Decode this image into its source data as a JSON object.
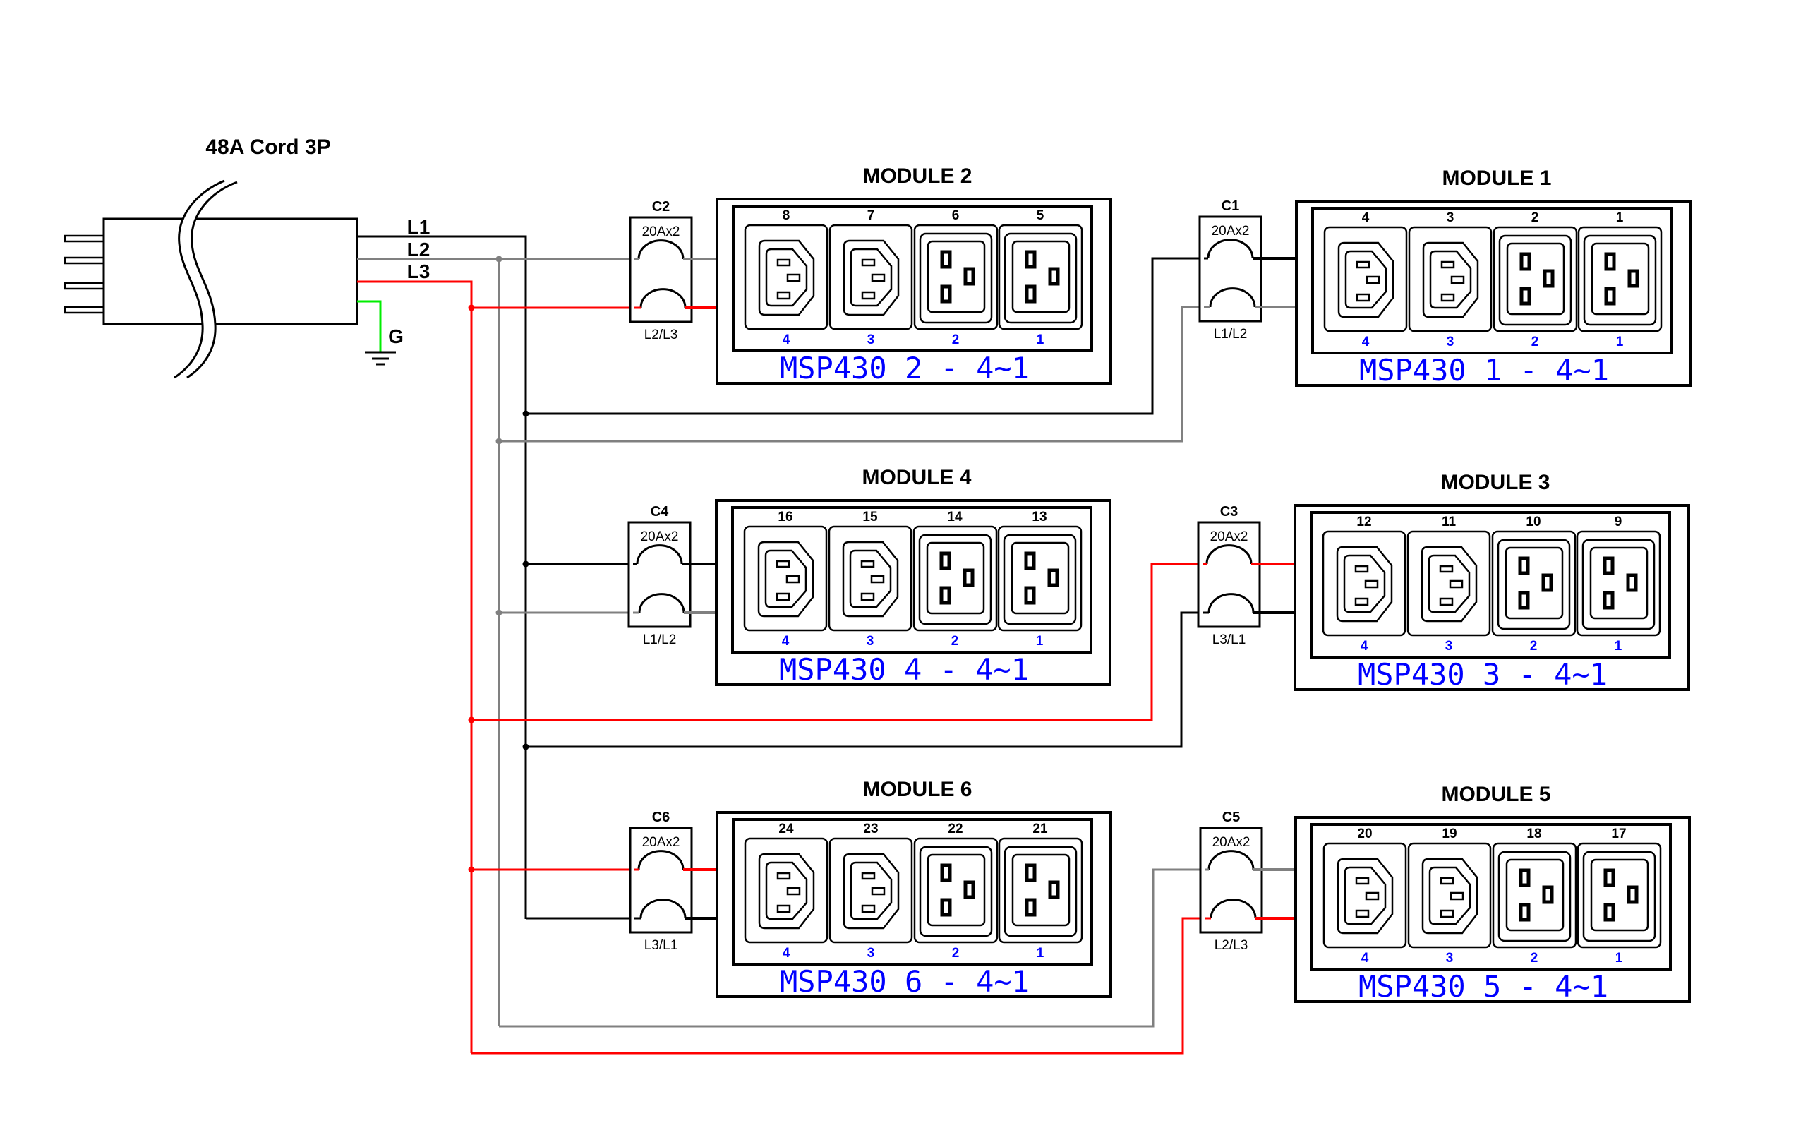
{
  "colors": {
    "L1": "#000000",
    "L2": "#808080",
    "L3": "#ff0000",
    "ground": "#00ee00",
    "module_label": "#0000ff"
  },
  "cord": {
    "title": "48A Cord 3P",
    "lines": [
      {
        "id": "L1",
        "label": "L1"
      },
      {
        "id": "L2",
        "label": "L2"
      },
      {
        "id": "L3",
        "label": "L3"
      }
    ],
    "ground_label": "G"
  },
  "modules": [
    {
      "id": 1,
      "title": "MODULE 1",
      "label": "MSP430 1 - 4~1",
      "breaker": {
        "name": "C1",
        "rating": "20Ax2",
        "phases": "L1/L2",
        "top_line": "L1",
        "bottom_line": "L2"
      },
      "outlets": [
        {
          "port": "4",
          "index": "4",
          "type": "C13"
        },
        {
          "port": "3",
          "index": "3",
          "type": "C13"
        },
        {
          "port": "2",
          "index": "2",
          "type": "C19"
        },
        {
          "port": "1",
          "index": "1",
          "type": "C19"
        }
      ]
    },
    {
      "id": 2,
      "title": "MODULE 2",
      "label": "MSP430 2 - 4~1",
      "breaker": {
        "name": "C2",
        "rating": "20Ax2",
        "phases": "L2/L3",
        "top_line": "L2",
        "bottom_line": "L3"
      },
      "outlets": [
        {
          "port": "8",
          "index": "4",
          "type": "C13"
        },
        {
          "port": "7",
          "index": "3",
          "type": "C13"
        },
        {
          "port": "6",
          "index": "2",
          "type": "C19"
        },
        {
          "port": "5",
          "index": "1",
          "type": "C19"
        }
      ]
    },
    {
      "id": 3,
      "title": "MODULE 3",
      "label": "MSP430 3 - 4~1",
      "breaker": {
        "name": "C3",
        "rating": "20Ax2",
        "phases": "L3/L1",
        "top_line": "L3",
        "bottom_line": "L1"
      },
      "outlets": [
        {
          "port": "12",
          "index": "4",
          "type": "C13"
        },
        {
          "port": "11",
          "index": "3",
          "type": "C13"
        },
        {
          "port": "10",
          "index": "2",
          "type": "C19"
        },
        {
          "port": "9",
          "index": "1",
          "type": "C19"
        }
      ]
    },
    {
      "id": 4,
      "title": "MODULE 4",
      "label": "MSP430 4 - 4~1",
      "breaker": {
        "name": "C4",
        "rating": "20Ax2",
        "phases": "L1/L2",
        "top_line": "L1",
        "bottom_line": "L2"
      },
      "outlets": [
        {
          "port": "16",
          "index": "4",
          "type": "C13"
        },
        {
          "port": "15",
          "index": "3",
          "type": "C13"
        },
        {
          "port": "14",
          "index": "2",
          "type": "C19"
        },
        {
          "port": "13",
          "index": "1",
          "type": "C19"
        }
      ]
    },
    {
      "id": 5,
      "title": "MODULE 5",
      "label": "MSP430 5 - 4~1",
      "breaker": {
        "name": "C5",
        "rating": "20Ax2",
        "phases": "L2/L3",
        "top_line": "L2",
        "bottom_line": "L3"
      },
      "outlets": [
        {
          "port": "20",
          "index": "4",
          "type": "C13"
        },
        {
          "port": "19",
          "index": "3",
          "type": "C13"
        },
        {
          "port": "18",
          "index": "2",
          "type": "C19"
        },
        {
          "port": "17",
          "index": "1",
          "type": "C19"
        }
      ]
    },
    {
      "id": 6,
      "title": "MODULE 6",
      "label": "MSP430 6 - 4~1",
      "breaker": {
        "name": "C6",
        "rating": "20Ax2",
        "phases": "L3/L1",
        "top_line": "L3",
        "bottom_line": "L1"
      },
      "outlets": [
        {
          "port": "24",
          "index": "4",
          "type": "C13"
        },
        {
          "port": "23",
          "index": "3",
          "type": "C13"
        },
        {
          "port": "22",
          "index": "2",
          "type": "C19"
        },
        {
          "port": "21",
          "index": "1",
          "type": "C19"
        }
      ]
    }
  ]
}
